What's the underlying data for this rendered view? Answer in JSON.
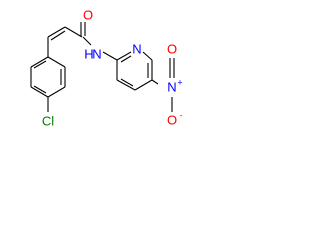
{
  "molecule": {
    "colors": {
      "carbon_bond": "#000000",
      "oxygen": "#ff0000",
      "nitrogen": "#0000ff",
      "chlorine": "#008000"
    },
    "atom_labels": {
      "oxygen_carbonyl": "O",
      "nitrogen_amide": "N",
      "hydrogen_amide": "H",
      "nitrogen_pyridine": "N",
      "nitrogen_nitro": "N",
      "nitro_charge_plus": "+",
      "oxygen_nitro_top": "O",
      "oxygen_nitro_bottom": "O",
      "nitro_charge_minus": "-",
      "chlorine": "Cl"
    }
  }
}
